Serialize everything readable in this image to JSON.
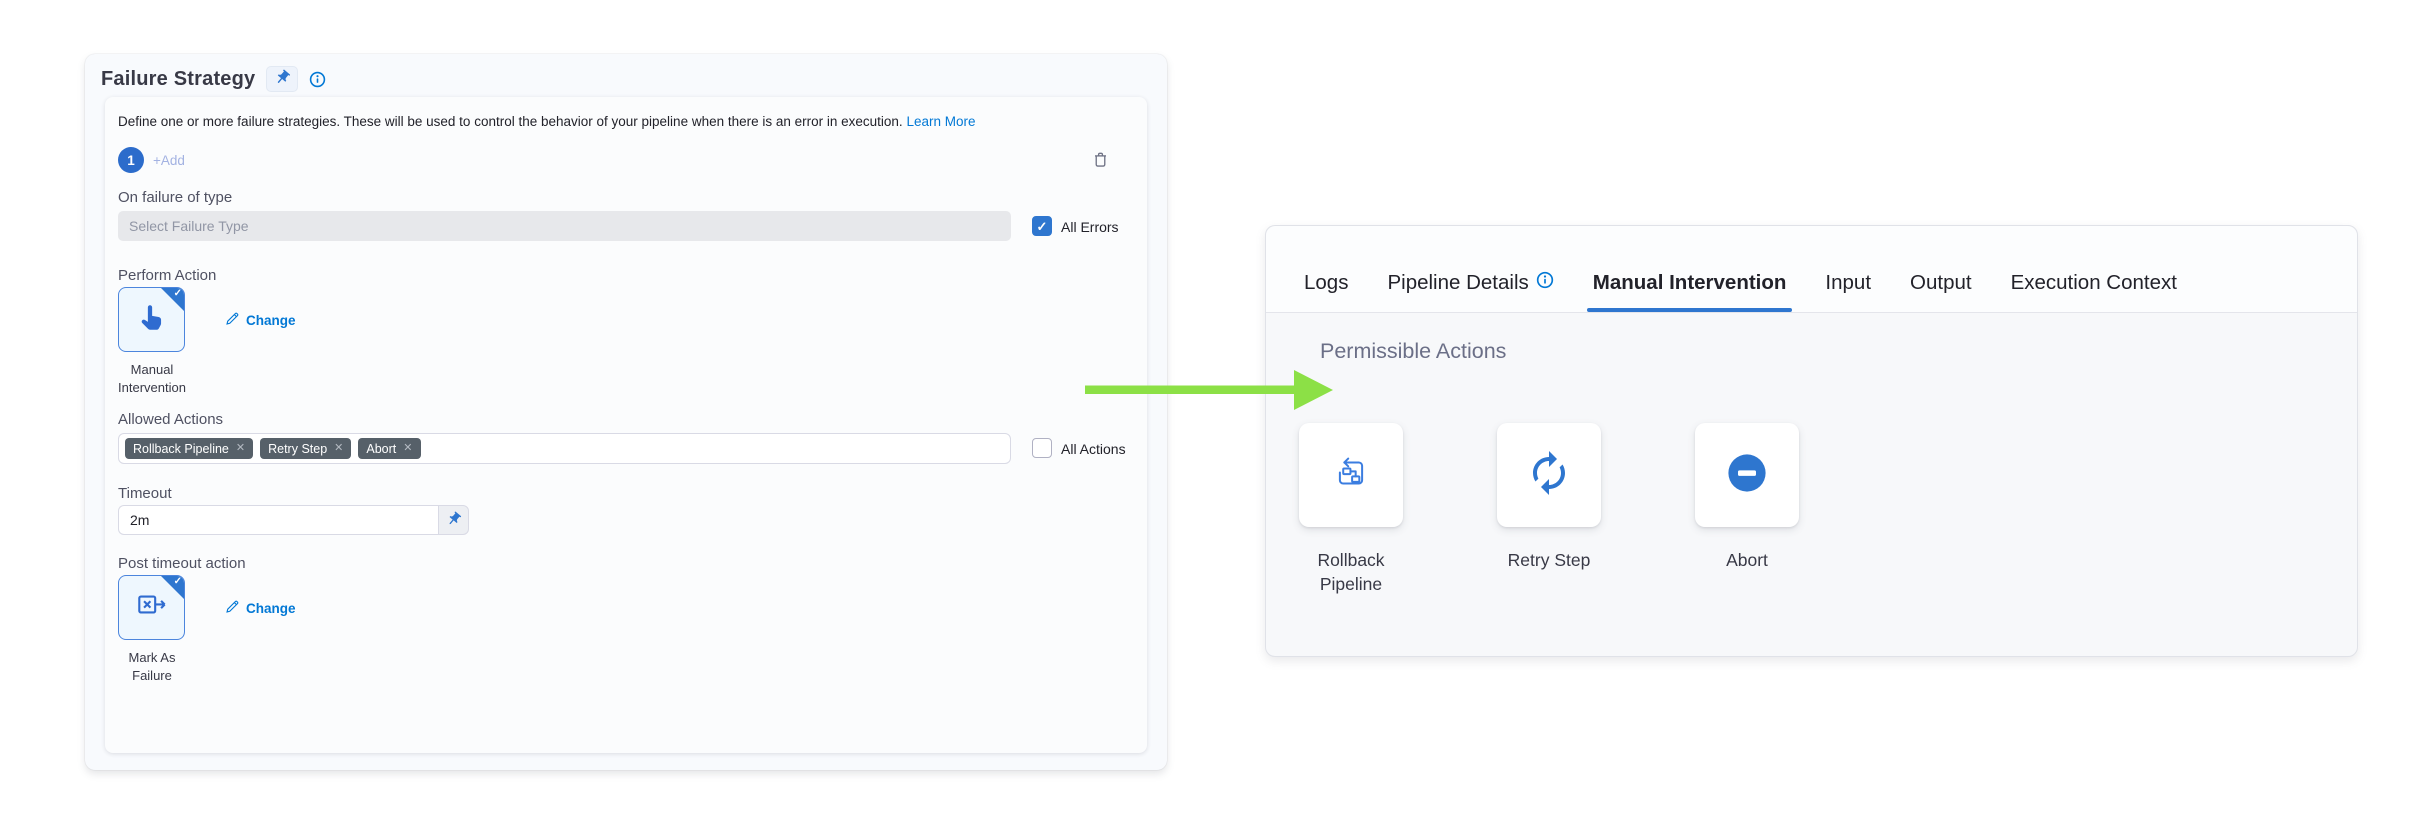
{
  "failure_strategy": {
    "title": "Failure Strategy",
    "description": "Define one or more failure strategies. These will be used to control the behavior of your pipeline when there is an error in execution.",
    "learn_more_label": "Learn More",
    "strategy_number": "1",
    "add_label": "+Add",
    "fields": {
      "on_failure_label": "On failure of type",
      "failure_type_placeholder": "Select Failure Type",
      "all_errors_label": "All Errors",
      "all_errors_checked": true,
      "perform_action_label": "Perform Action",
      "perform_action_value": "Manual Intervention",
      "change_label": "Change",
      "allowed_actions_label": "Allowed Actions",
      "tags": [
        "Rollback Pipeline",
        "Retry Step",
        "Abort"
      ],
      "all_actions_label": "All Actions",
      "all_actions_checked": false,
      "timeout_label": "Timeout",
      "timeout_value": "2m",
      "post_timeout_label": "Post timeout action",
      "post_timeout_value": "Mark As Failure"
    }
  },
  "details_panel": {
    "tabs": [
      {
        "label": "Logs",
        "active": false
      },
      {
        "label": "Pipeline Details",
        "active": false,
        "has_info_icon": true
      },
      {
        "label": "Manual Intervention",
        "active": true
      },
      {
        "label": "Input",
        "active": false
      },
      {
        "label": "Output",
        "active": false
      },
      {
        "label": "Execution Context",
        "active": false
      }
    ],
    "section_title": "Permissible Actions",
    "actions": [
      {
        "label": "Rollback Pipeline",
        "icon": "rollback-pipeline-icon"
      },
      {
        "label": "Retry Step",
        "icon": "retry-step-icon"
      },
      {
        "label": "Abort",
        "icon": "abort-icon"
      }
    ]
  },
  "glyphs": {
    "check": "✓",
    "remove": "✕"
  },
  "colors": {
    "primary_blue": "#0278d5",
    "accent_blue": "#2e76cf",
    "icon_blue": "#2f6bd0",
    "tag_bg": "#566069",
    "arrow_green": "#8ce046",
    "text_dark": "#22222a",
    "label_grey": "#4f5162",
    "heading_grey": "#6b6f87"
  }
}
